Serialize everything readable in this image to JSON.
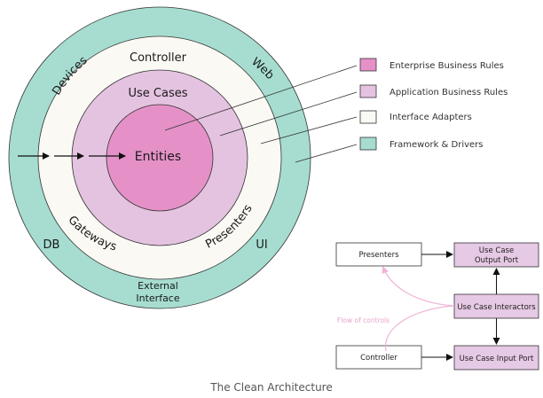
{
  "colors": {
    "framework": "#a6ddd0",
    "adapters": "#fbf9f4",
    "application": "#e4c3e0",
    "entities": "#e591c8",
    "outline": "#333333",
    "box_fill": "#e6c9e4",
    "flow": "#f0b3d6"
  },
  "rings": {
    "entities": "Entities",
    "use_cases": "Use Cases",
    "controller": "Controller",
    "gateways": "Gateways",
    "presenters": "Presenters",
    "devices": "Devices",
    "web": "Web",
    "db": "DB",
    "ui": "UI",
    "external_line1": "External",
    "external_line2": "Interface"
  },
  "legend": [
    {
      "label": "Enterprise Business Rules",
      "color": "#e591c8"
    },
    {
      "label": "Application Business Rules",
      "color": "#e4c3e0"
    },
    {
      "label": "Interface Adapters",
      "color": "#fbf9f4"
    },
    {
      "label": "Framework & Drivers",
      "color": "#a6ddd0"
    }
  ],
  "flow_diagram": {
    "presenters": "Presenters",
    "output_port_line1": "Use Case",
    "output_port_line2": "Output Port",
    "interactors": "Use Case Interactors",
    "flow_label": "Flow of controls",
    "controller": "Controller",
    "input_port": "Use Case Input Port"
  },
  "caption": "The Clean Architecture"
}
